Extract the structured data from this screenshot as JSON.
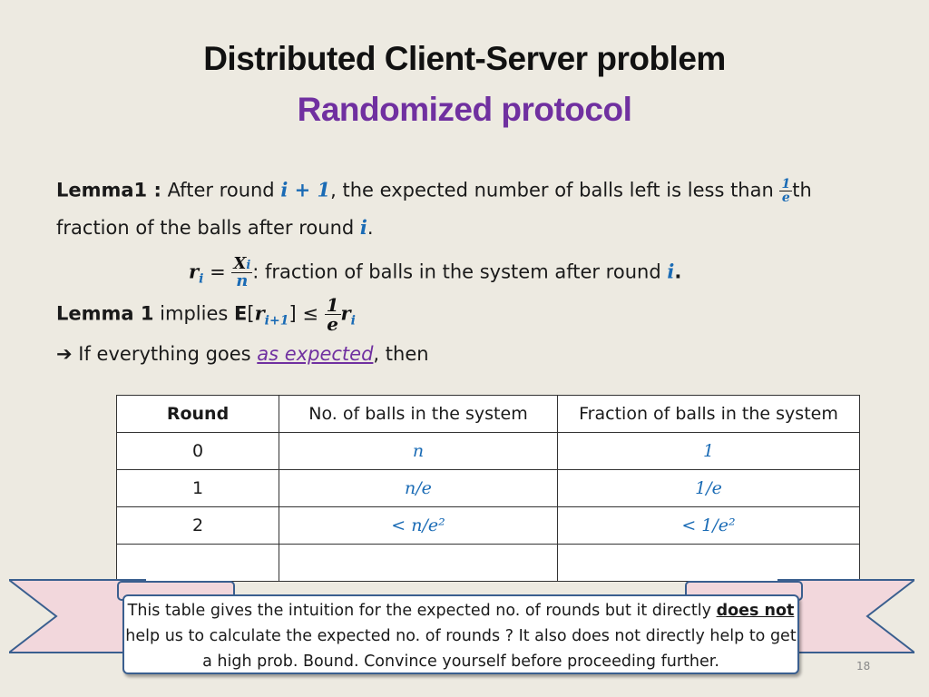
{
  "slide": {
    "title": "Distributed Client-Server problem",
    "subtitle": "Randomized protocol",
    "page_number": "18"
  },
  "lemma1": {
    "label": "Lemma1 :",
    "text_a": " After round ",
    "math_i": "i",
    "math_plus": " + 1",
    "text_b": ", the expected number of balls left is less than ",
    "frac_num": "1",
    "frac_den": "e",
    "text_c": "th",
    "line2_text": "fraction of the balls after round ",
    "line2_math": "i",
    "line2_end": "."
  },
  "definition": {
    "r": "r",
    "r_sub": "i",
    "eq": " = ",
    "frac_num": "X",
    "frac_num_sub": "i",
    "frac_den": "n",
    "text": ":  fraction of balls in the system after round ",
    "math_i": "i",
    "end": "."
  },
  "implies": {
    "label": "Lemma 1",
    "text": " implies ",
    "E": "E",
    "open": "[",
    "r": "r",
    "r_sub": "i+1",
    "close": "]",
    "leq": " ≤ ",
    "frac_num": "1",
    "frac_den": "e",
    "r2": "r",
    "r2_sub": "i"
  },
  "arrow_line": {
    "arrow": "➔",
    "text_a": " If everything goes ",
    "link": "as expected",
    "text_b": ", then"
  },
  "table": {
    "headers": [
      "Round",
      "No. of balls in the system",
      "Fraction of balls in the system"
    ],
    "rows": [
      {
        "round": "0",
        "balls": "n",
        "fraction": "1"
      },
      {
        "round": "1",
        "balls": "n/e",
        "fraction": "1/e"
      },
      {
        "round": "2",
        "balls": "< n/e²",
        "fraction": "< 1/e²"
      },
      {
        "round": "",
        "balls": "",
        "fraction": ""
      }
    ]
  },
  "callout": {
    "text_a": "This table gives the intuition for the expected no. of rounds but it directly ",
    "emph": "does not",
    "text_b": " help us to calculate the expected no. of rounds ? It also does not directly help to get a high prob. Bound. Convince yourself before proceeding further."
  },
  "colors": {
    "background": "#edeae1",
    "title": "#111111",
    "subtitle": "#7030a0",
    "math": "#1a6bb5",
    "link": "#7030a0",
    "ribbon_fill": "#f2d7dc",
    "ribbon_stroke": "#3a5f8f"
  }
}
